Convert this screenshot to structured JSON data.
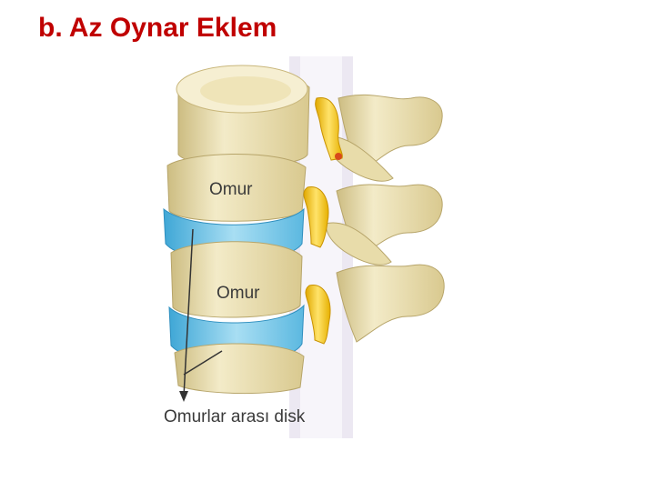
{
  "slide": {
    "title": "b. Az Oynar Eklem"
  },
  "diagram": {
    "labels": {
      "upper_vertebra": "Omur",
      "lower_vertebra": "Omur",
      "disc": "Omurlar arası disk"
    },
    "colors": {
      "title": "#c00000",
      "bone": "#efe4b8",
      "bone_shadow": "#cdbd82",
      "disc": "#8fd3ee",
      "disc_dark": "#3fa7d6",
      "nerve": "#f3c21b",
      "spinal_cord": "#e9e4ef"
    }
  }
}
